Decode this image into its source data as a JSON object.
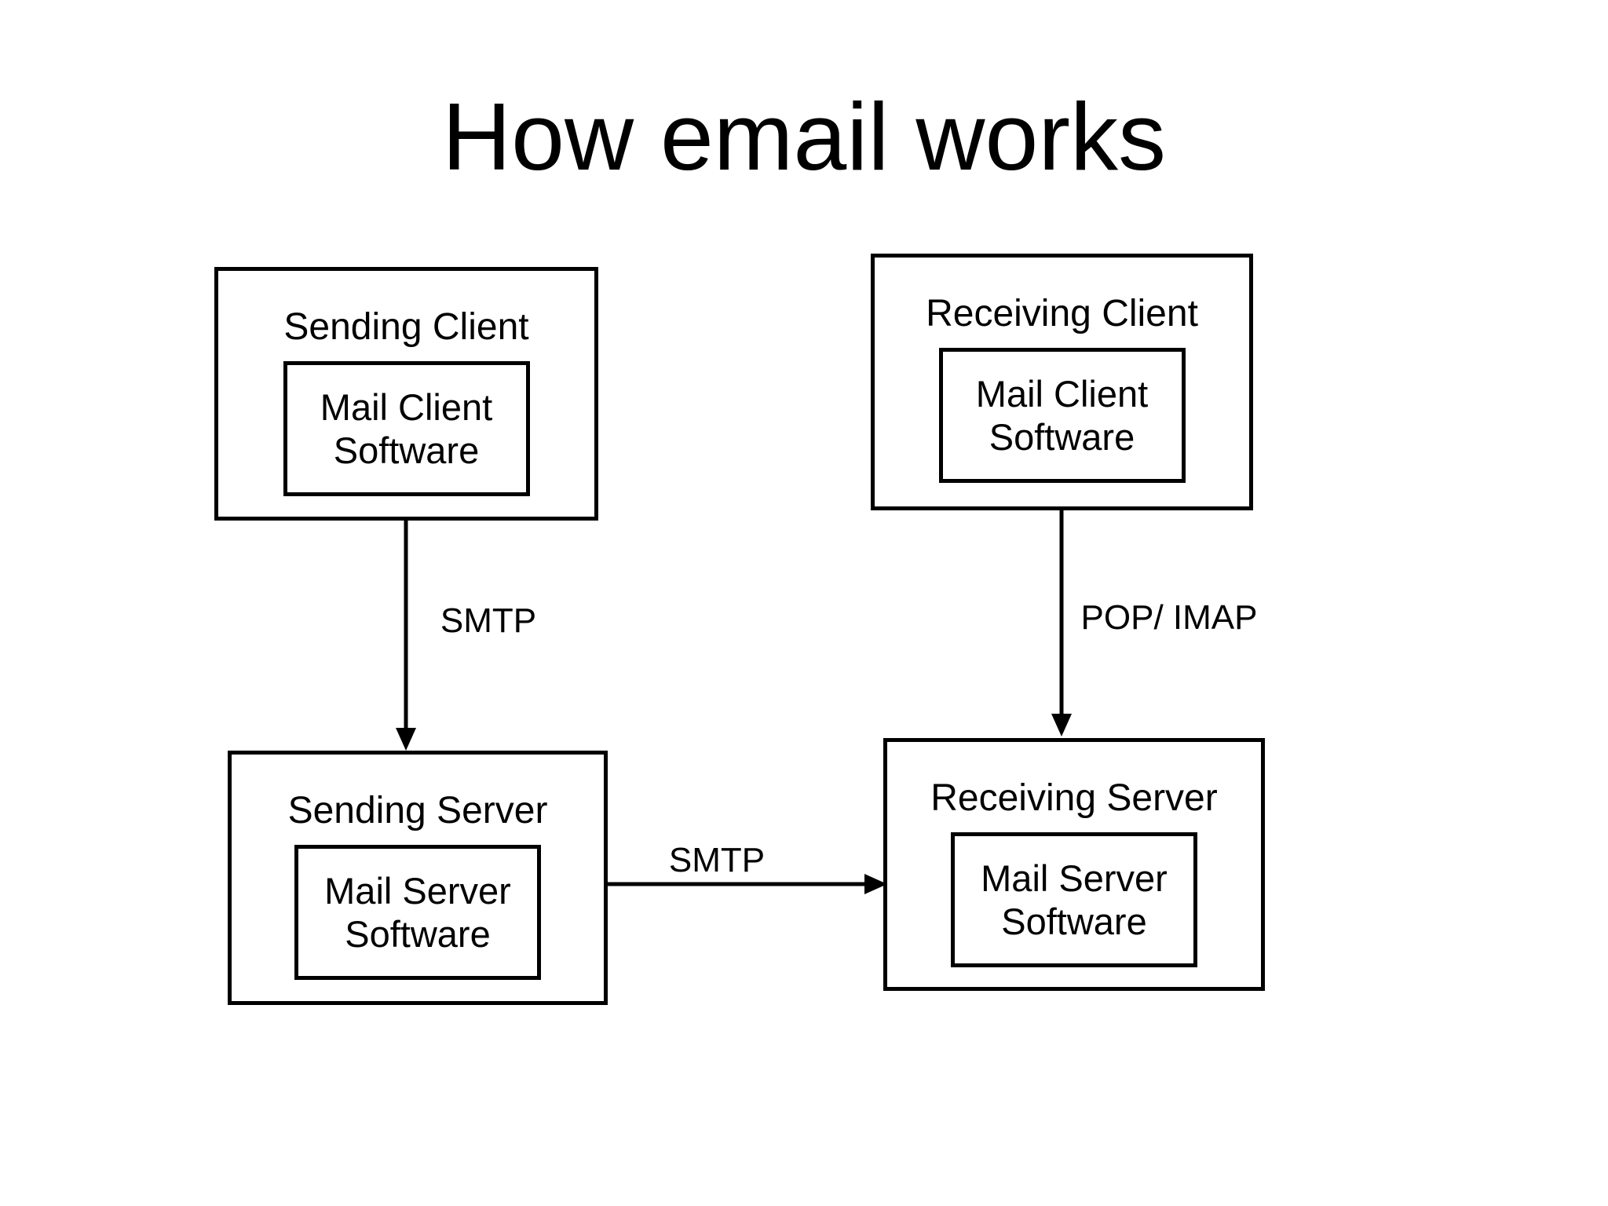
{
  "title": "How email works",
  "colors": {
    "background": "#ffffff",
    "line": "#000000",
    "text": "#000000"
  },
  "nodes": {
    "sending_client": {
      "label": "Sending Client",
      "software": "Mail Client Software"
    },
    "receiving_client": {
      "label": "Receiving Client",
      "software": "Mail Client Software"
    },
    "sending_server": {
      "label": "Sending Server",
      "software": "Mail Server Software"
    },
    "receiving_server": {
      "label": "Receiving Server",
      "software": "Mail Server Software"
    }
  },
  "edges": {
    "send_smtp": {
      "label": "SMTP",
      "from": "Sending Client",
      "to": "Sending Server"
    },
    "transfer_smtp": {
      "label": "SMTP",
      "from": "Sending Server",
      "to": "Receiving Server"
    },
    "receive_pop_imap": {
      "label": "POP/ IMAP",
      "from": "Receiving Client",
      "to": "Receiving Server"
    }
  }
}
